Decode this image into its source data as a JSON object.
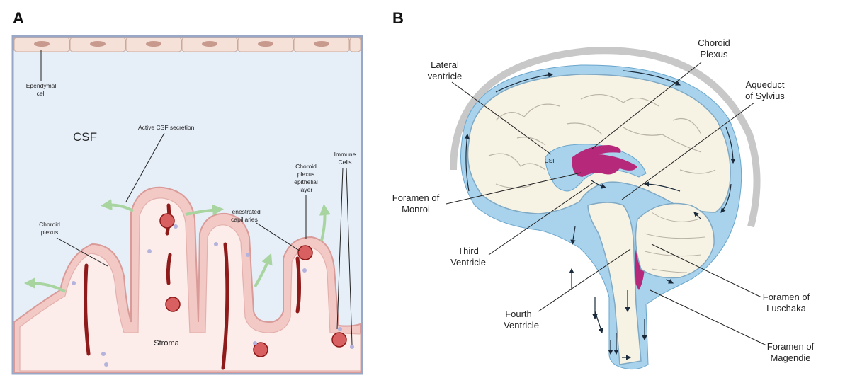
{
  "panel_a": {
    "panel_label": "A",
    "labels": {
      "ependymal_line1": "Ependymal",
      "ependymal_line2": "cell",
      "csf": "CSF",
      "active_secretion": "Active CSF secretion",
      "choroid_line1": "Choroid",
      "choroid_line2": "plexus",
      "fenestrated_line1": "Fenestrated",
      "fenestrated_line2": "capillaries",
      "epithelial_line1": "Choroid",
      "epithelial_line2": "plexus",
      "epithelial_line3": "epithelial",
      "epithelial_line4": "layer",
      "immune_line1": "Immune",
      "immune_line2": "Cells",
      "stroma": "Stroma"
    }
  },
  "panel_b": {
    "panel_label": "B",
    "labels": {
      "choroid_line1": "Choroid",
      "choroid_line2": "Plexus",
      "lateral_line1": "Lateral",
      "lateral_line2": "ventricle",
      "aqueduct_line1": "Aqueduct",
      "aqueduct_line2": "of Sylvius",
      "csf": "CSF",
      "monroi_line1": "Foramen of",
      "monroi_line2": "Monroi",
      "third_line1": "Third",
      "third_line2": "Ventricle",
      "fourth_line1": "Fourth",
      "fourth_line2": "Ventricle",
      "luschaka_line1": "Foramen of",
      "luschaka_line2": "Luschaka",
      "magendie_line1": "Foramen of",
      "magendie_line2": "Magendie"
    }
  },
  "colors": {
    "csf_blue": "#a9d3ec",
    "tissue_pink": "#f3c9c6",
    "choroid_magenta": "#b5287a",
    "brain_cream": "#f7f3e4",
    "skull_gray": "#c8c8c8",
    "secretion_green": "#a8d4a0"
  }
}
